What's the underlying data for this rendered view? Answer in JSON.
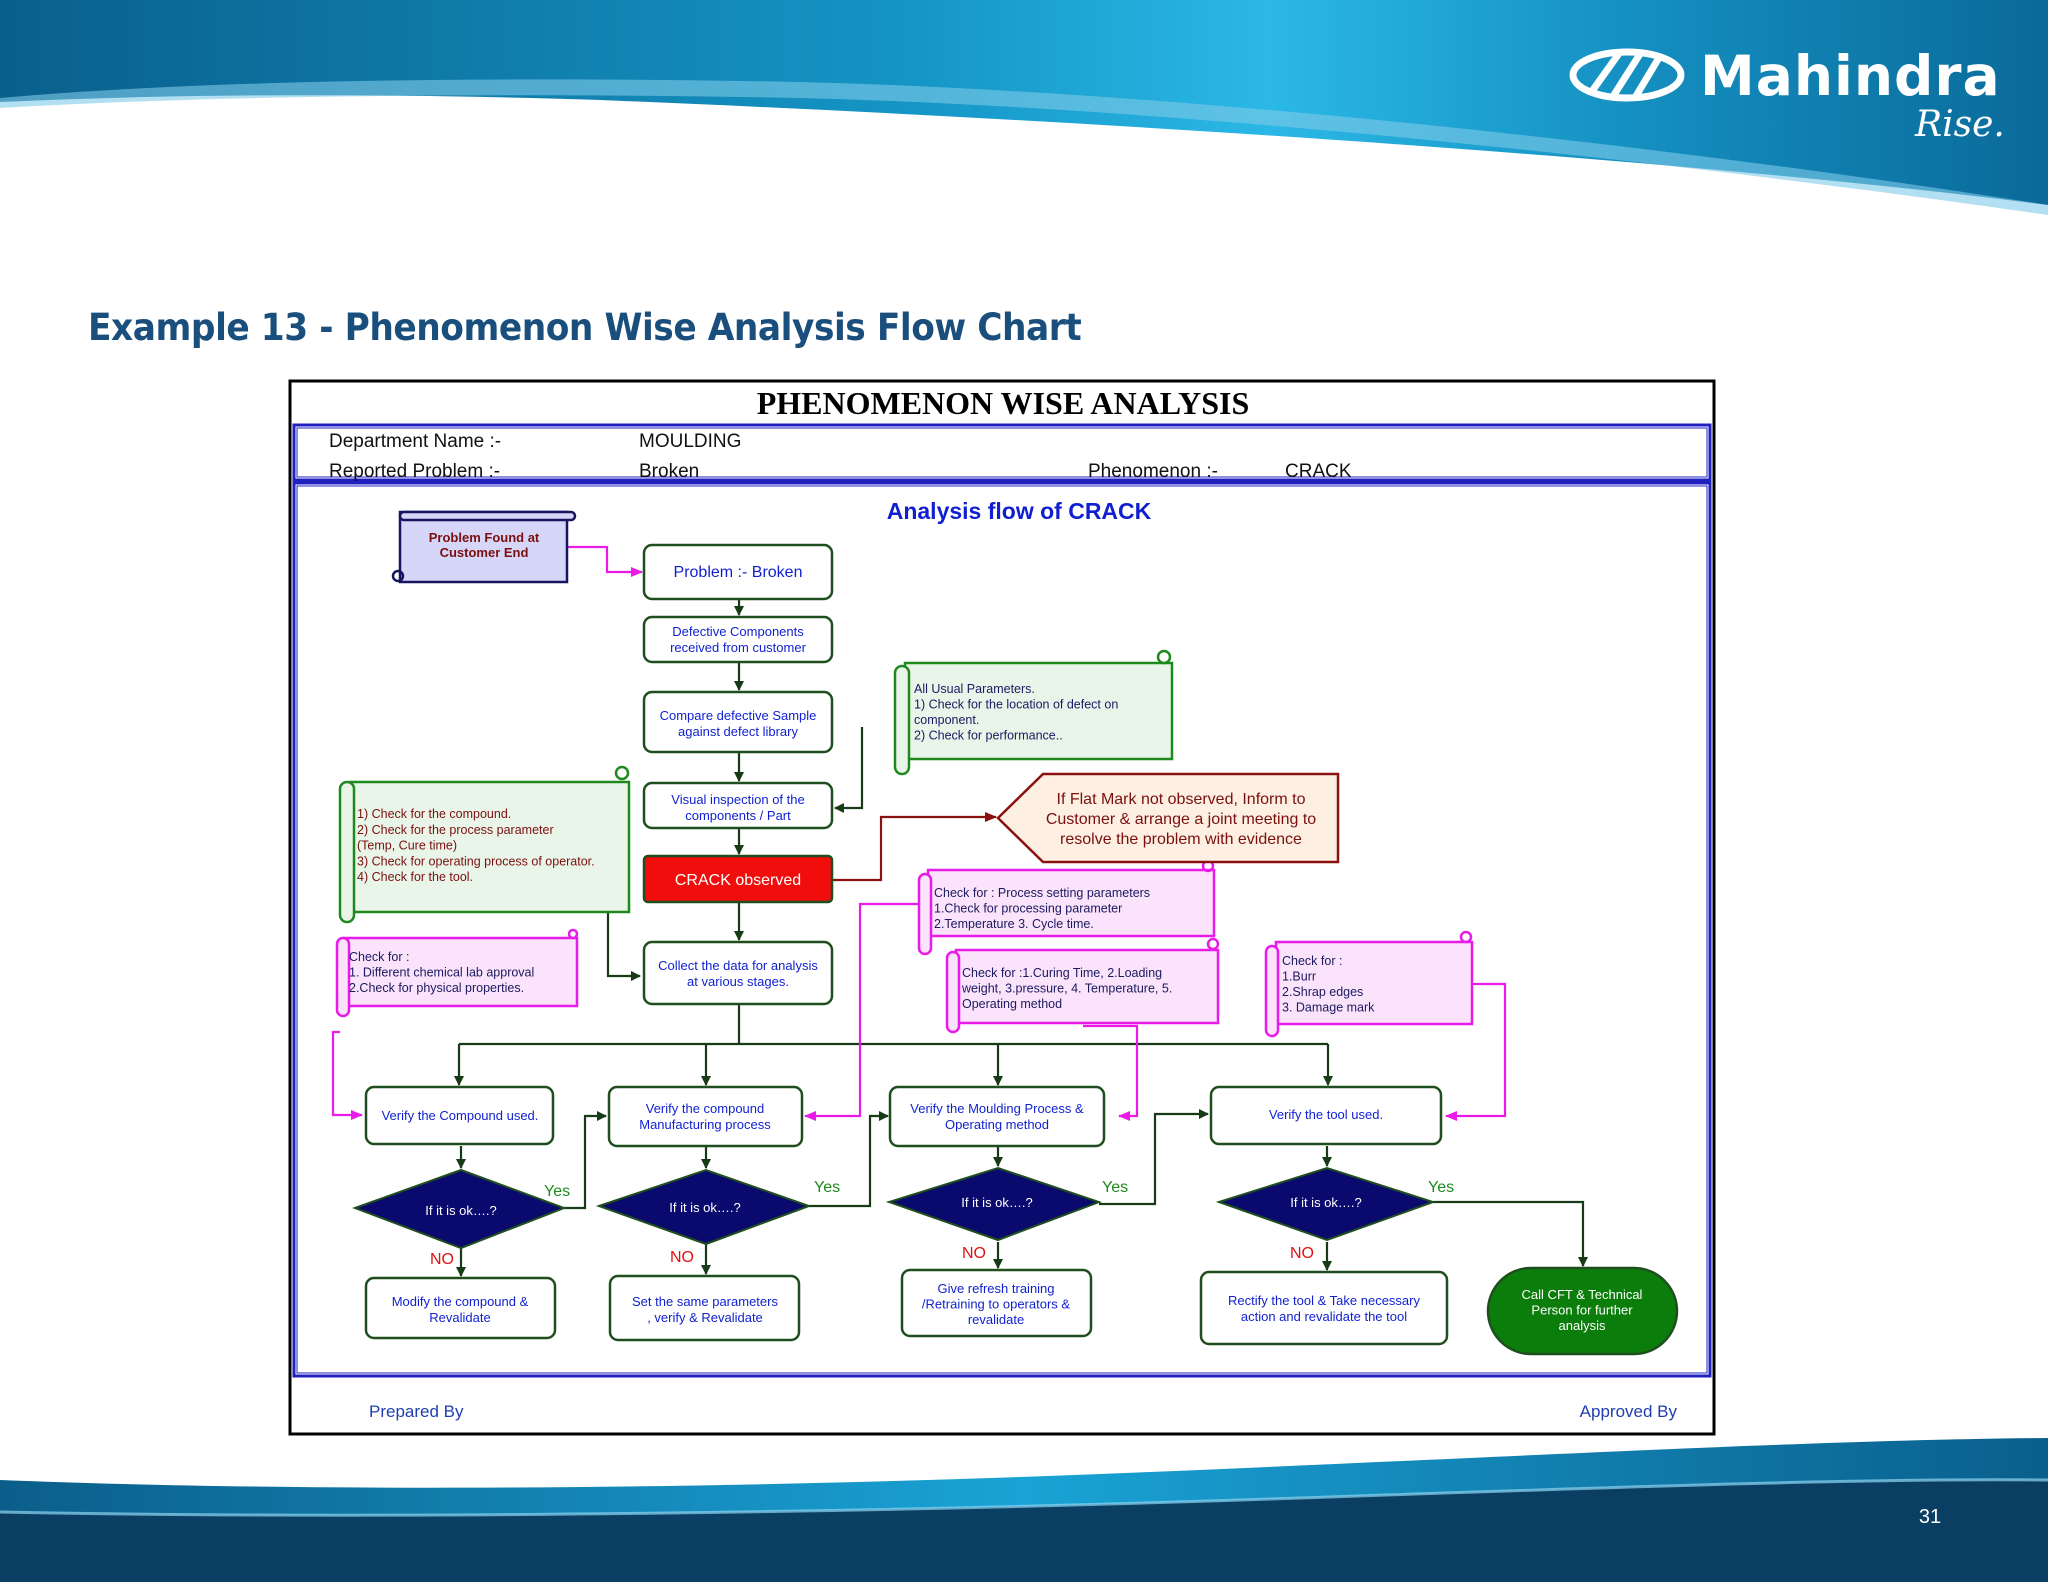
{
  "header": {
    "logo_name": "Mahindra",
    "logo_tagline": "Rise.",
    "logo_icon": "mahindra-logo-icon"
  },
  "slide": {
    "title": "Example 13 - Phenomenon Wise Analysis Flow Chart",
    "page_number": "31"
  },
  "form": {
    "title": "PHENOMENON WISE ANALYSIS",
    "department_label": "Department Name :-",
    "department_value": "MOULDING",
    "problem_label": "Reported Problem  :-",
    "problem_value": "Broken",
    "phenomenon_label": "Phenomenon   :-",
    "phenomenon_value": "CRACK",
    "flow_title": "Analysis flow of CRACK",
    "prepared_by": "Prepared By",
    "approved_by": "Approved By"
  },
  "flow": {
    "problem_found": [
      "Problem Found at",
      "Customer End"
    ],
    "problem": [
      "Problem :- Broken"
    ],
    "defective": [
      "Defective Components",
      "received from customer"
    ],
    "compare": [
      "Compare defective Sample",
      "against defect library"
    ],
    "visual": [
      "Visual inspection of  the",
      "components / Part"
    ],
    "crack": [
      "CRACK observed"
    ],
    "collect": [
      "Collect the data for analysis",
      "at various stages."
    ],
    "usual_params": [
      "All Usual Parameters.",
      "1) Check for the location of defect on",
      "component.",
      "2) Check for performance.."
    ],
    "flat_mark": [
      "If Flat Mark not observed, Inform to",
      "Customer & arrange a joint meeting to",
      "resolve the problem with evidence"
    ],
    "checks_left": [
      "1) Check for the compound.",
      "2) Check for the process parameter",
      "(Temp, Cure time)",
      "3) Check for operating process of operator.",
      "4) Check for the tool."
    ],
    "check_chemical": [
      "Check for :",
      "1. Different chemical lab approval",
      "2.Check for physical properties."
    ],
    "check_process": [
      "Check for : Process setting parameters",
      "1.Check for processing parameter",
      "2.Temperature 3. Cycle time."
    ],
    "check_curing": [
      "Check for :1.Curing Time, 2.Loading",
      "weight, 3.pressure, 4. Temperature, 5.",
      "Operating method"
    ],
    "check_tool": [
      "Check for :",
      "1.Burr",
      "2.Shrap edges",
      "3. Damage mark"
    ],
    "verify_compound": [
      "Verify the Compound used."
    ],
    "verify_manufacturing": [
      "Verify the compound",
      "Manufacturing  process"
    ],
    "verify_moulding": [
      "Verify the Moulding Process &",
      "Operating method"
    ],
    "verify_tool": [
      "Verify the tool used."
    ],
    "decision": [
      "If it is ok….?"
    ],
    "yes": "Yes",
    "no": "NO",
    "modify": [
      "Modify the compound &",
      "Revalidate"
    ],
    "set_params": [
      "Set the same parameters",
      ", verify & Revalidate"
    ],
    "training": [
      "Give refresh training",
      "/Retraining to operators &",
      "revalidate"
    ],
    "rectify": [
      "Rectify the tool & Take  necessary",
      "action and revalidate the tool"
    ],
    "call_cft": [
      "Call CFT & Technical",
      "Person for further",
      "analysis"
    ]
  },
  "colors": {
    "header_blue": "#0b7bb0",
    "title_blue": "#1a4f7d",
    "box_border": "#1f4e1f",
    "arrow_dark": "#173a17",
    "magenta": "#e81be8",
    "crack_fill": "#f20d0d",
    "cft_fill": "#0b7d0b",
    "decision_fill": "#0a0a6e",
    "flow_blue": "#0f1fd1",
    "form_blue": "#2020c0"
  }
}
